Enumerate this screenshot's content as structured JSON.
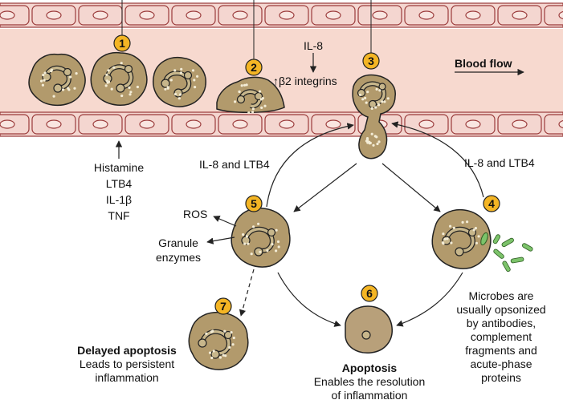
{
  "colors": {
    "vessel_wall": "#f4d6d0",
    "cell_outline": "#9a3a3a",
    "lumen": "#f7d9cf",
    "neutrophil_fill": "#b29a6c",
    "nucleus_fill": "#c7b68b",
    "granule": "#f3ecd6",
    "step_badge": "#f4b524",
    "microbe": "#7cc36a",
    "apoptotic_fill": "#b8a07a"
  },
  "steps": [
    "1",
    "2",
    "3",
    "4",
    "5",
    "6",
    "7"
  ],
  "labels": {
    "il8_top": "IL-8",
    "beta2": "↑β2 integrins",
    "blood_flow": "Blood flow",
    "histamine": "Histamine",
    "ltb4": "LTB4",
    "il1b": "IL-1β",
    "tnf": "TNF",
    "il8_ltb4_left": "IL-8 and LTB4",
    "il8_ltb4_right": "IL-8 and LTB4",
    "ros": "ROS",
    "granule_line1": "Granule",
    "granule_line2": "enzymes",
    "delayed_title": "Delayed apoptosis",
    "delayed_line1": "Leads to persistent",
    "delayed_line2": "inflammation",
    "apoptosis_title": "Apoptosis",
    "apoptosis_line1": "Enables the resolution",
    "apoptosis_line2": "of inflammation",
    "microbes": [
      "Microbes are",
      "usually opsonized",
      "by antibodies,",
      "complement",
      "fragments and",
      "acute-phase",
      "proteins"
    ]
  }
}
